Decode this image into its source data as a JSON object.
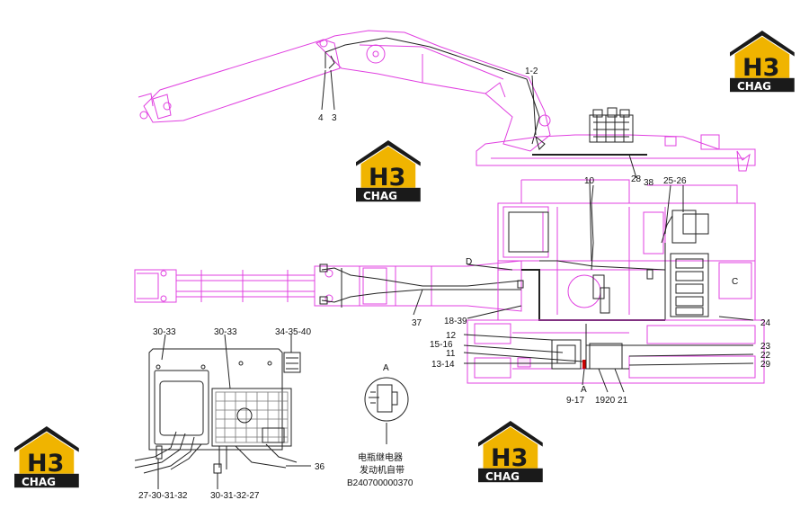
{
  "logo": {
    "mark": "H3",
    "brand": "CHAG",
    "primary_color": "#1a1a1a",
    "accent_color": "#f0b400"
  },
  "callouts": {
    "c4": "4",
    "c3": "3",
    "c1_2": "1-2",
    "c28": "28",
    "c10": "10",
    "c38": "38",
    "c25_26": "25-26",
    "cD": "D",
    "cC": "C",
    "c37": "37",
    "c18_39": "18-39",
    "c12": "12",
    "c15_16": "15-16",
    "c11": "11",
    "c13_14": "13-14",
    "c24": "24",
    "c23": "23",
    "c22": "22",
    "c29": "29",
    "cA": "A",
    "c9_17": "9-17",
    "c19_20_21": "1920 21",
    "c30_33a": "30-33",
    "c30_33b": "30-33",
    "c34_35_40": "34-35-40",
    "c36": "36",
    "c27_30_31_32": "27-30-31-32",
    "c30_31_32_27": "30-31-32-27",
    "detail_A": "A"
  },
  "note": {
    "line1": "电瓶继电器",
    "line2": "发动机自带",
    "line3": "B240700000370"
  }
}
